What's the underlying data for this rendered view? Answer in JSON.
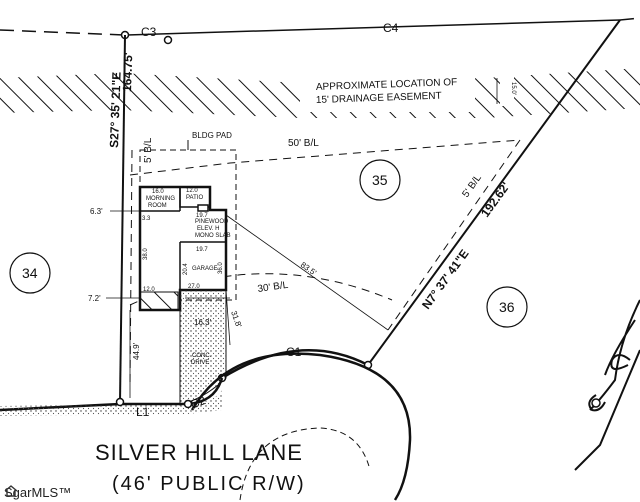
{
  "road": {
    "name": "SILVER HILL LANE",
    "row": "(46' PUBLIC R/W)"
  },
  "lots": {
    "lot_34": "34",
    "lot_35": "35",
    "lot_36": "36"
  },
  "curves": {
    "c1": "C1",
    "c2": "C2",
    "c3": "C3",
    "c4": "C4",
    "l1": "L1"
  },
  "bearings": {
    "west_bearing": "S27° 35' 21\"E",
    "west_distance": "164.75'",
    "east_bearing": "N7° 37' 41\"E",
    "east_distance": "192.62'"
  },
  "easement": {
    "line1": "APPROXIMATE LOCATION OF",
    "line2": "15' DRAINAGE EASEMENT",
    "width": "15.0'"
  },
  "setbacks": {
    "front": "30' B/L",
    "rear": "50' B/L",
    "side_west": "5' B/L",
    "side_east": "5' B/L",
    "bldg_pad": "BLDG PAD"
  },
  "house": {
    "model_line1": "PINEWOOD",
    "model_line2": "ELEV. H",
    "model_line3": "MONO SLAB",
    "morning_room": "MORNING",
    "morning_room2": "ROOM",
    "patio": "PATIO",
    "garage": "GARAGE",
    "dim_16": "16.0",
    "dim_12": "12.0",
    "dim_19a": "19.7",
    "dim_19b": "19.7",
    "dim_38": "38.0",
    "dim_20": "20.4",
    "dim_36": "36.0",
    "dim_27": "27.0",
    "dim_12b": "12.0",
    "dim_33": "3.3",
    "dim_63": "6.3'",
    "dim_72": "7.2'",
    "dim_163": "16.3'",
    "dim_449": "44.9'",
    "dim_318": "31.8'",
    "dim_835": "83.5'",
    "driveway_line1": "CONC.",
    "driveway_line2": "DRIVE"
  },
  "watermark": "SgarMLS™"
}
